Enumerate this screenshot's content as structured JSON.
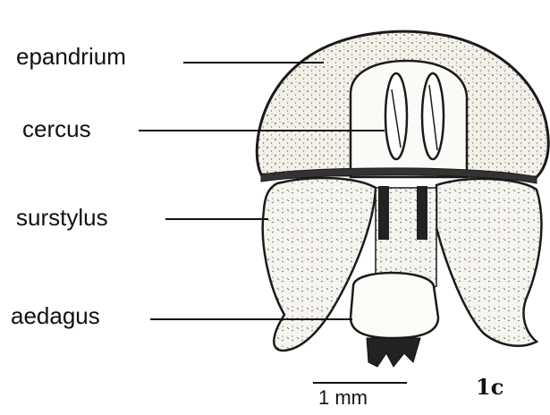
{
  "labels": {
    "epandrium": "epandrium",
    "cercus": "cercus",
    "surstylus": "surstylus",
    "aedagus": "aedagus"
  },
  "scale_bar": {
    "text": "1 mm"
  },
  "figure_id": "1c",
  "colors": {
    "ink": "#1a1a1a",
    "fill": "#f1efe6",
    "dark": "#2a2a2a"
  }
}
